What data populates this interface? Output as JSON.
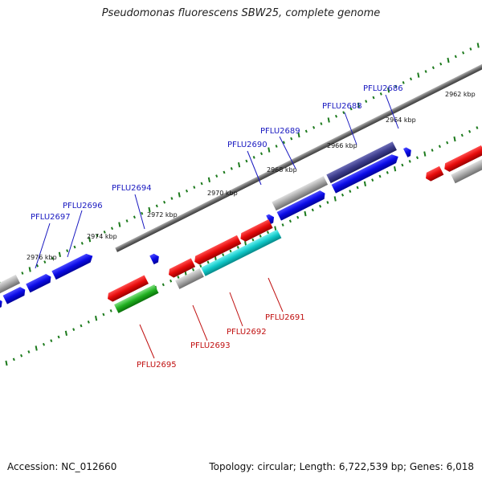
{
  "title": "Pseudomonas fluorescens SBW25, complete genome",
  "footer": {
    "accession": "Accession: NC_012660",
    "topology": "Topology: circular; Length: 6,722,539 bp; Genes: 6,018"
  },
  "colors": {
    "forward_gene": "#1010e0",
    "reverse_gene": "#e01010",
    "pseudo_gray": "#a0a0a0",
    "cyan_gene": "#10c8c8",
    "green_gene": "#20b020",
    "dark_blue_gene": "#3c3c8c",
    "label_forward": "#1818c0",
    "label_reverse": "#c01010",
    "tick": "#1c7a1c"
  },
  "kbp_labels": [
    "2962 kbp",
    "2964 kbp",
    "2966 kbp",
    "2968 kbp",
    "2970 kbp",
    "2972 kbp",
    "2974 kbp",
    "2976 kbp"
  ],
  "genes_top": [
    "PFLU2686",
    "PFLU2688",
    "PFLU2689",
    "PFLU2690",
    "PFLU2694",
    "PFLU2696",
    "PFLU2697"
  ],
  "genes_bottom": [
    "PFLU2691",
    "PFLU2692",
    "PFLU2693",
    "PFLU2695"
  ]
}
